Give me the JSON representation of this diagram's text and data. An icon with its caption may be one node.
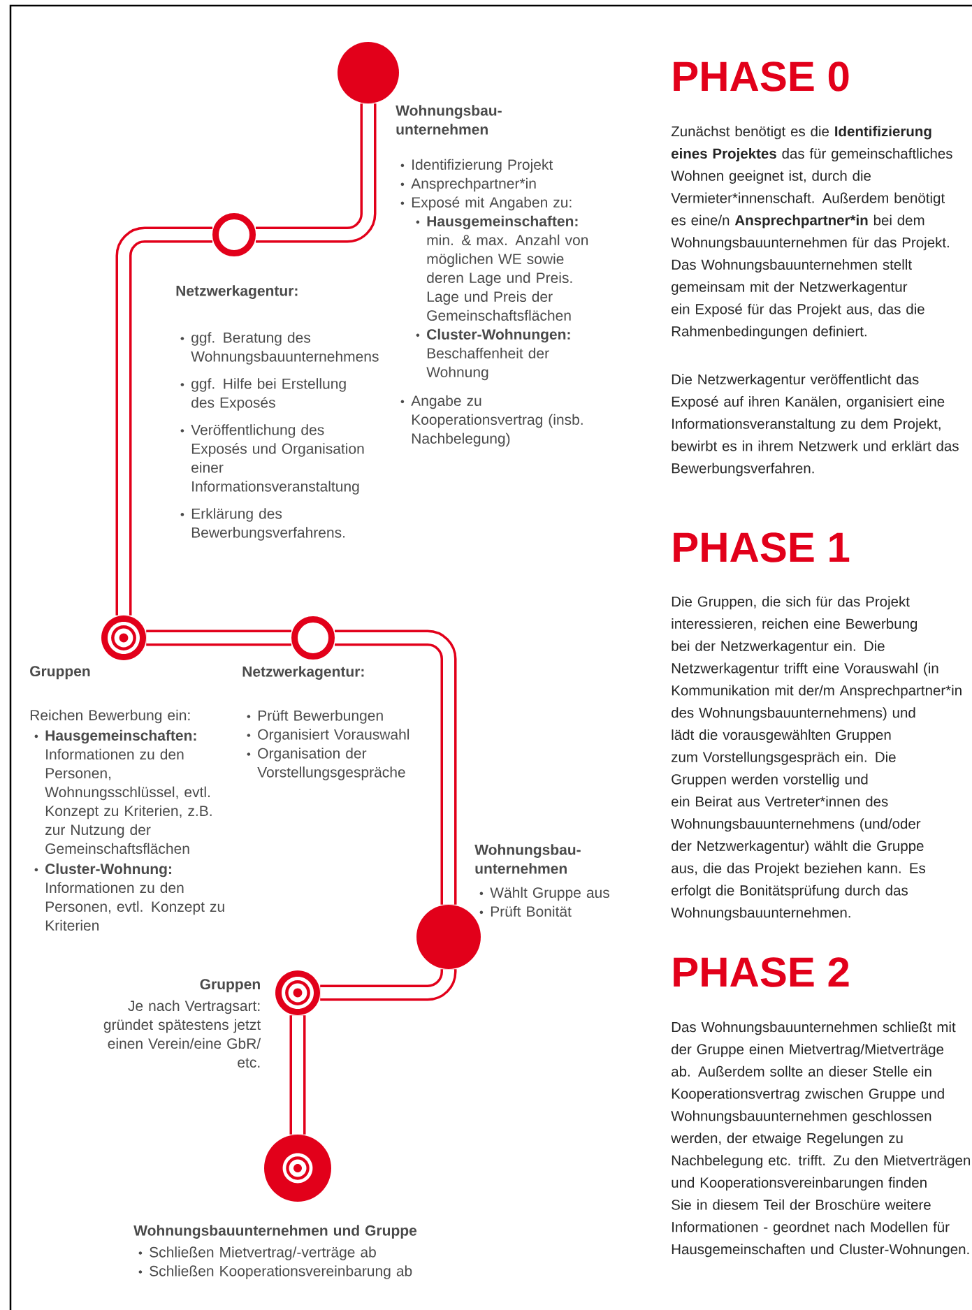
{
  "diagram": {
    "nodes": [
      {
        "text": [],
        "shape": "circle",
        "beside": [
          "Wohnungsbau- unternehmen",
          "Identifizierung Projekt",
          "Ansprechpartner*in",
          "Exposé mit Angaben zu:",
          "**Hausgemeinschaften:** min. & max. Anzahl von möglichen WE sowie deren Lage und Preis. Lage und Preis der Gemeinschaftsflächen",
          "**Cluster-Wohnungen:** Beschaffenheit der Wohnung",
          "Angabe zu Kooperationsvertrag (insb. Nachbelegung)"
        ]
      },
      {
        "text": [],
        "shape": "circle",
        "beside": [
          "Netzwerkagentur:",
          "ggf. Beratung des Wohnungsbauunternehmens",
          "ggf. Hilfe bei Erstellung des Exposés",
          "Veröffentlichung des Exposés und Organisation einer Informationsveranstaltung",
          "Erklärung des Bewerbungsverfahrens."
        ]
      },
      {
        "text": [],
        "shape": "circle",
        "beside": [
          "Gruppen",
          "Reichen Bewerbung ein:",
          "**Hausgemeinschaften:** Informationen zu den Personen, Wohnungsschlüssel, evtl. Konzept zu Kriterien, z.B. zur Nutzung der Gemeinschaftsflächen",
          "**Cluster-Wohnung:** Informationen zu den Personen, evtl. Konzept zu Kriterien"
        ]
      },
      {
        "text": [],
        "shape": "circle",
        "beside": [
          "Netzwerkagentur:",
          "Prüft Bewerbungen",
          "Organisiert Vorauswahl",
          "Organisation der Vorstellungsgespräche"
        ]
      },
      {
        "text": [],
        "shape": "circle",
        "beside": [
          "Wohnungsbau- unternehmen",
          "Wählt Gruppe aus",
          "Prüft Bonität"
        ]
      },
      {
        "text": [],
        "shape": "circle",
        "beside": [
          "Gruppen",
          "Je nach Vertragsart: gründet spätestens jetzt einen Verein/eine GbR/ etc."
        ]
      },
      {
        "text": [],
        "shape": "circle",
        "beside": [
          "Wohnungsbauunternehmen und Gruppe",
          "Schließen Mietvertrag/-verträge ab",
          "Schließen Kooperationsvereinbarung ab"
        ]
      }
    ],
    "edges": [
      {
        "from": 0,
        "to": 1,
        "arrow": "none"
      },
      {
        "from": 1,
        "to": 2,
        "arrow": "none"
      },
      {
        "from": 2,
        "to": 3,
        "arrow": "none"
      },
      {
        "from": 3,
        "to": 4,
        "arrow": "none"
      },
      {
        "from": 4,
        "to": 5,
        "arrow": "none"
      },
      {
        "from": 5,
        "to": 6,
        "arrow": "none"
      }
    ],
    "labels": [
      "PHASE 0",
      "Zunächst benötigt es die **Identifizierung eines Projektes** das für gemeinschaftliches Wohnen geeignet ist, durch die Vermieter*innenschaft. Außerdem benötigt es eine/n **Ansprechpartner*in** bei dem Wohnungsbauunternehmen für das Projekt. Das Wohnungsbauunternehmen stellt gemeinsam mit der Netzwerkagentur ein Exposé für das Projekt aus, das die Rahmenbedingungen definiert.",
      "Die Netzwerkagentur veröffentlicht das Exposé auf ihren Kanälen, organisiert eine Informationsveranstaltung zu dem Projekt, bewirbt es in ihrem Netzwerk und erklärt das Bewerbungsverfahren.",
      "PHASE 1",
      "Die Gruppen, die sich für das Projekt interessieren, reichen eine Bewerbung bei der Netzwerkagentur ein. Die Netzwerkagentur trifft eine Vorauswahl (in Kommunikation mit der/m Ansprechpartner*in des Wohnungsbauunternehmens) und lädt die vorausgewählten Gruppen zum Vorstellungsgespräch ein. Die Gruppen werden vorstellig und ein Beirat aus Vertreter*innen des Wohnungsbauunternehmens (und/oder der Netzwerkagentur) wählt die Gruppe aus, die das Projekt beziehen kann. Es erfolgt die Bonitätsprüfung durch das Wohnungsbauunternehmen.",
      "PHASE 2",
      "Das Wohnungsbauunternehmen schließt mit der Gruppe einen Mietvertrag/Mietverträge ab. Außerdem sollte an dieser Stelle ein Kooperationsvertrag zwischen Gruppe und Wohnungsbauunternehmen geschlossen werden, der etwaige Regelungen zu Nachbelegung etc. trifft. Zu den Mietverträgen und Kooperationsvereinbarungen finden Sie in diesem Teil der Broschüre weitere Informationen - geordnet nach Modellen für Hausgemeinschaften und Cluster-Wohnungen."
    ]
  }
}
